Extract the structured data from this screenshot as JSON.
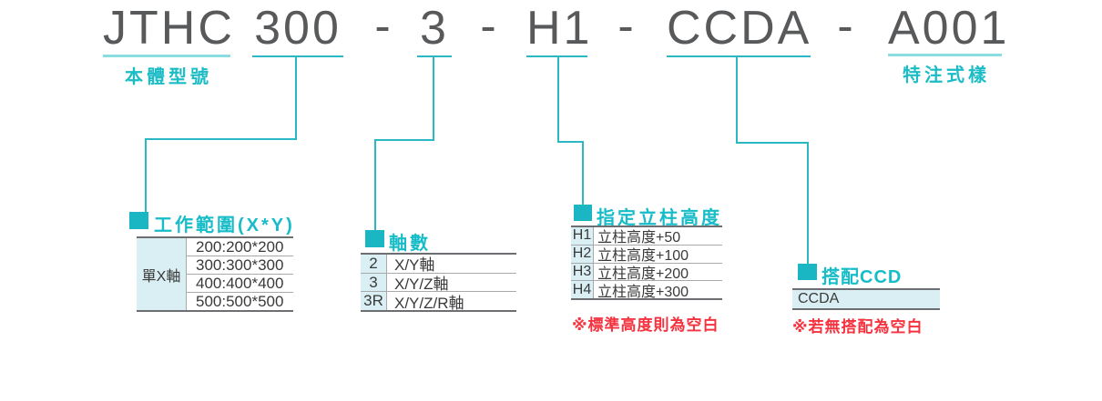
{
  "model_code": {
    "dash": "-",
    "segments": {
      "body": "JTHC",
      "size": "300",
      "axes": "3",
      "height": "H1",
      "ccd": "CCDA",
      "custom": "A001"
    },
    "labels": {
      "body": "本體型號",
      "custom": "特注式樣"
    }
  },
  "work_range": {
    "title": "工作範圍(X*Y)",
    "row_header": "單X軸",
    "values": [
      "200:200*200",
      "300:300*300",
      "400:400*400",
      "500:500*500"
    ]
  },
  "axis_count": {
    "title": "軸數",
    "rows": [
      {
        "code": "2",
        "desc": "X/Y軸"
      },
      {
        "code": "3",
        "desc": "X/Y/Z軸"
      },
      {
        "code": "3R",
        "desc": "X/Y/Z/R軸"
      }
    ]
  },
  "column_height": {
    "title": "指定立柱高度",
    "rows": [
      {
        "code": "H1",
        "desc": "立柱高度+50"
      },
      {
        "code": "H2",
        "desc": "立柱高度+100"
      },
      {
        "code": "H3",
        "desc": "立柱高度+200"
      },
      {
        "code": "H4",
        "desc": "立柱高度+300"
      }
    ],
    "note": "※標準高度則為空白"
  },
  "ccd_option": {
    "title": "搭配CCD",
    "value": "CCDA",
    "note": "※若無搭配為空白"
  },
  "colors": {
    "accent_teal": "#1ab6c3",
    "accent_teal_light": "#8adde2",
    "cell_bg": "#d9eff3",
    "code_text": "#58595b",
    "note_red": "#f5333f"
  }
}
